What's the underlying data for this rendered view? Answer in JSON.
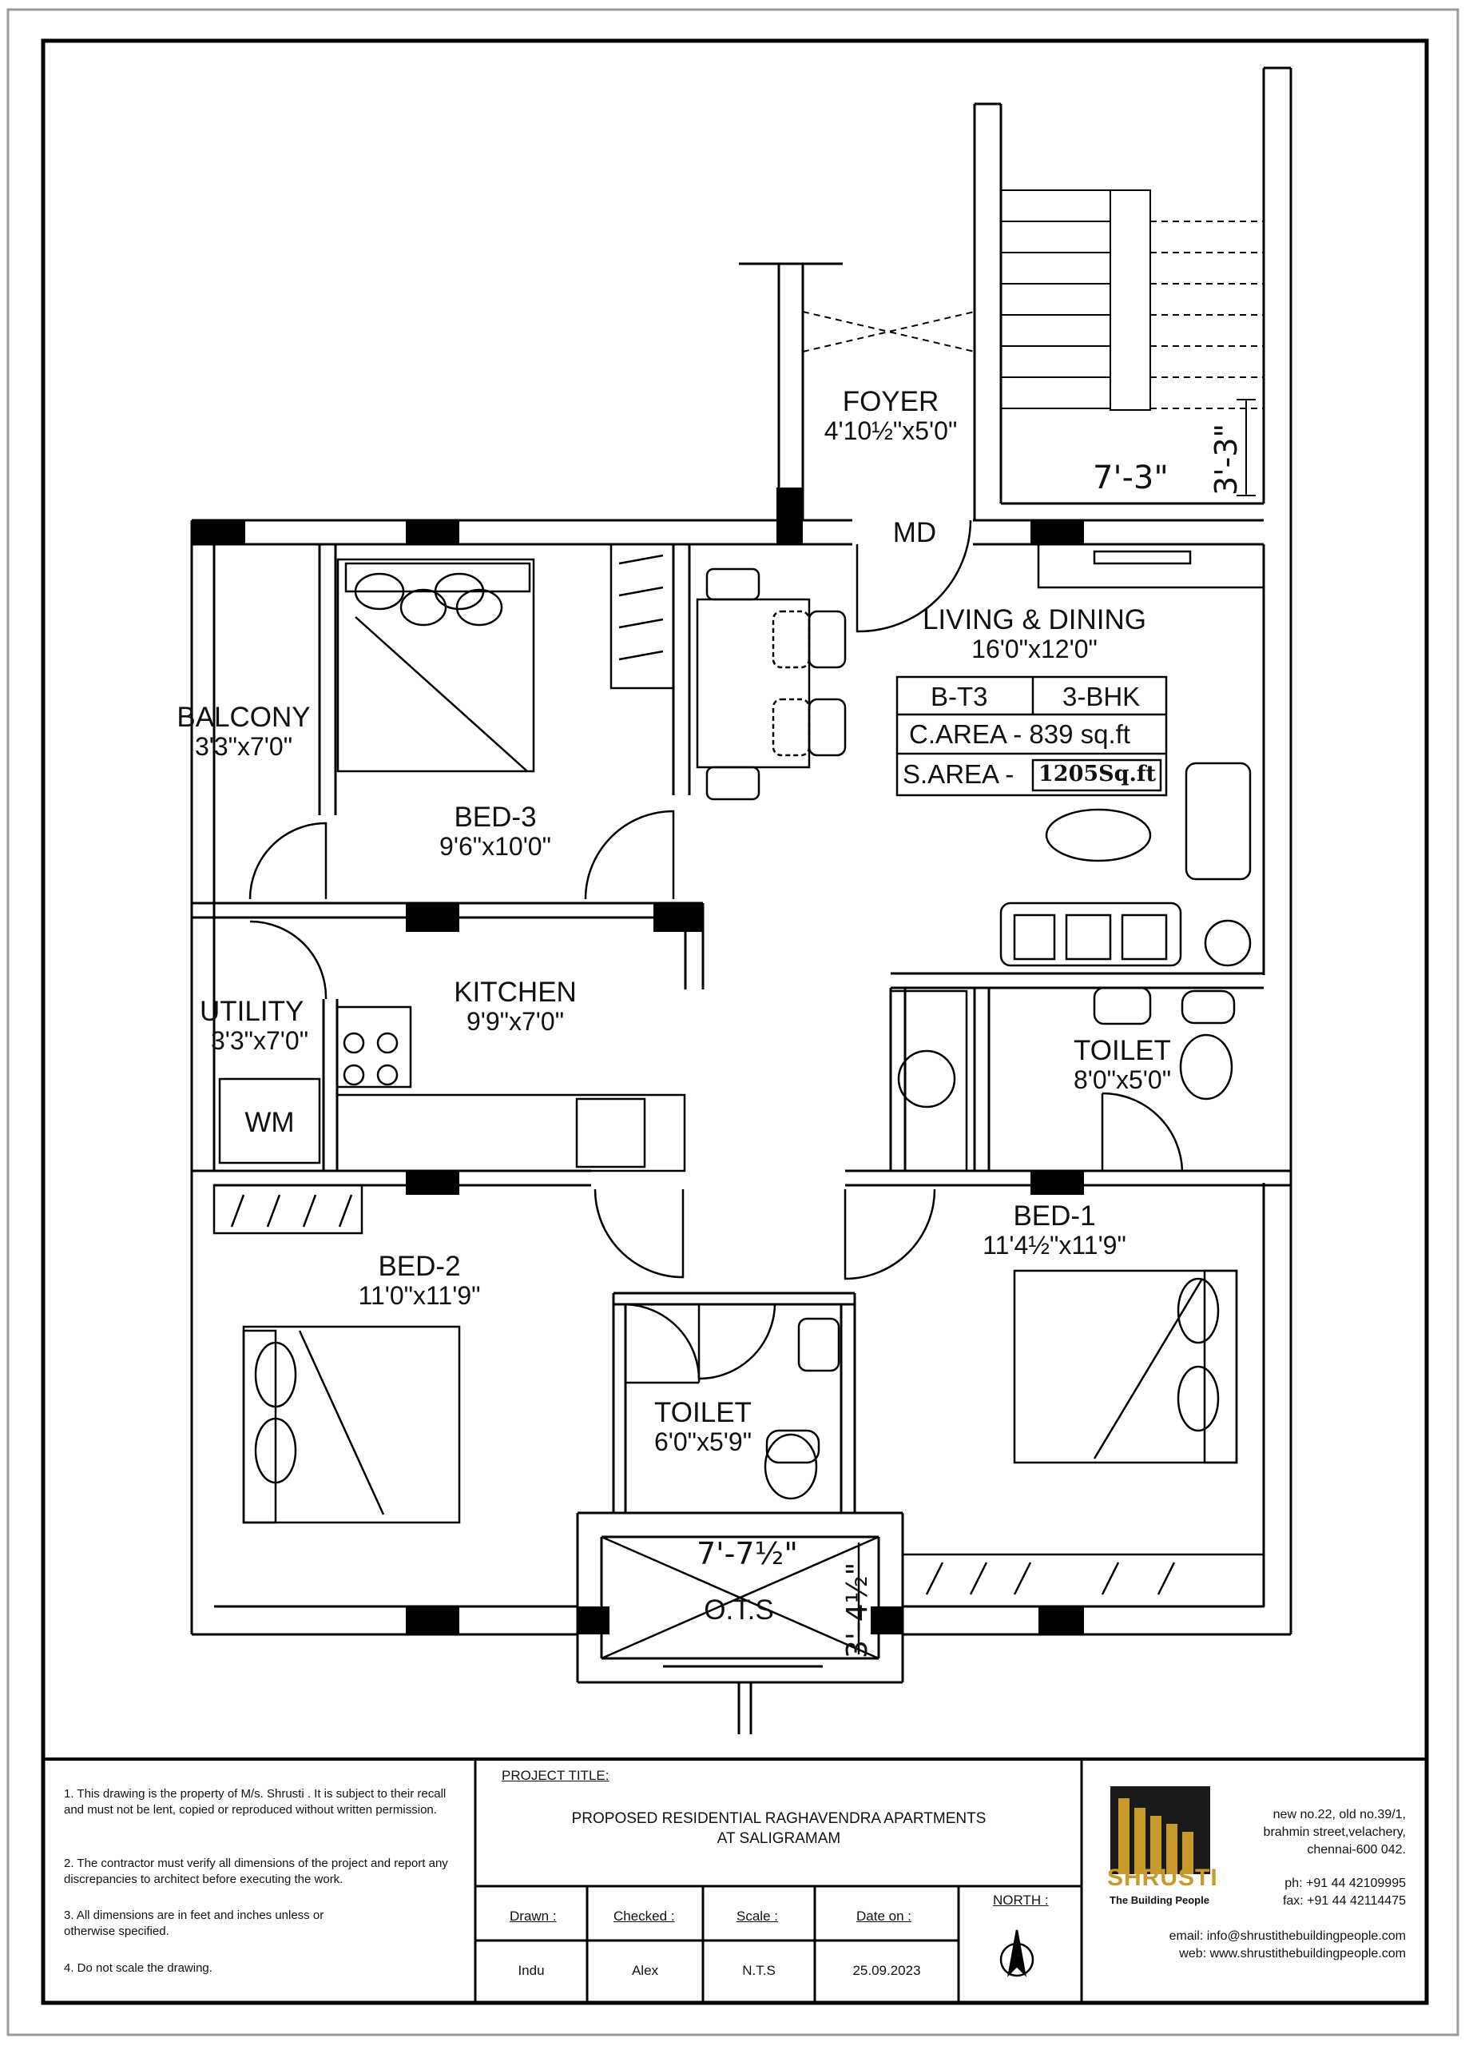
{
  "rooms": {
    "foyer": {
      "name": "FOYER",
      "dim": "4'10½\"x5'0\""
    },
    "md": {
      "name": "MD"
    },
    "living": {
      "name": "LIVING & DINING",
      "dim": "16'0\"x12'0\""
    },
    "balcony": {
      "name": "BALCONY",
      "dim": "3'3\"x7'0\""
    },
    "bed3": {
      "name": "BED-3",
      "dim": "9'6\"x10'0\""
    },
    "kitchen": {
      "name": "KITCHEN",
      "dim": "9'9\"x7'0\""
    },
    "utility": {
      "name": "UTILITY",
      "dim": "3'3\"x7'0\""
    },
    "wm": {
      "name": "WM"
    },
    "toilet1": {
      "name": "TOILET",
      "dim": "8'0\"x5'0\""
    },
    "bed1": {
      "name": "BED-1",
      "dim": "11'4½\"x11'9\""
    },
    "bed2": {
      "name": "BED-2",
      "dim": "11'0\"x11'9\""
    },
    "toilet2": {
      "name": "TOILET",
      "dim": "6'0\"x5'9\""
    },
    "ots": {
      "name": "O.T.S"
    }
  },
  "dimensions": {
    "stair_width": "7'-3\"",
    "stair_landing": "3'-3\"",
    "ots_width": "7'-7½\"",
    "ots_depth": "3'-4½\""
  },
  "area_table": {
    "type": "B-T3",
    "bhk": "3-BHK",
    "carpet_area": "C.AREA - 839 sq.ft",
    "saleable_label": "S.AREA -",
    "saleable_value": "1205Sq.ft"
  },
  "notes": [
    "1. This drawing is the property of M/s. Shrusti . It is subject to their recall and must not be lent, copied or reproduced without written permission.",
    "2. The contractor must verify all dimensions of the project and report any discrepancies to architect before executing the work.",
    "3. All dimensions are in feet and inches unless or otherwise specified.",
    "4. Do not scale the drawing."
  ],
  "title_block": {
    "project_title_label": "PROJECT TITLE:",
    "project_title_line1": "PROPOSED  RESIDENTIAL RAGHAVENDRA APARTMENTS",
    "project_title_line2": "AT SALIGRAMAM",
    "drawn_label": "Drawn :",
    "drawn_value": "Indu",
    "checked_label": "Checked :",
    "checked_value": "Alex",
    "scale_label": "Scale :",
    "scale_value": "N.T.S",
    "date_label": "Date on :",
    "date_value": "25.09.2023",
    "north_label": "NORTH :"
  },
  "company": {
    "logo_name": "SHRUSTI",
    "tagline": "The Building People",
    "address_1": "new no.22, old no.39/1,",
    "address_2": "brahmin street,velachery,",
    "address_3": "chennai-600 042.",
    "phone": "ph:  +91 44 42109995",
    "fax": "fax: +91 44 42114475",
    "email": "email: info@shrustithebuildingpeople.com",
    "web": "web: www.shrustithebuildingpeople.com"
  }
}
